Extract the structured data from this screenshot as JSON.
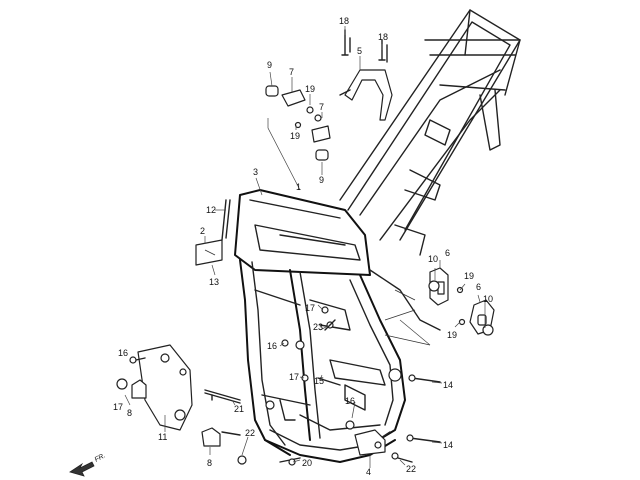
{
  "diagram": {
    "callouts": {
      "c1": "1",
      "c2": "2",
      "c3": "3",
      "c4": "4",
      "c5": "5",
      "c6a": "6",
      "c6b": "6",
      "c7a": "7",
      "c7b": "7",
      "c8a": "8",
      "c8b": "8",
      "c9a": "9",
      "c9b": "9",
      "c10a": "10",
      "c10b": "10",
      "c11": "11",
      "c12": "12",
      "c13": "13",
      "c14a": "14",
      "c14b": "14",
      "c15": "15",
      "c16a": "16",
      "c16b": "16",
      "c16c": "16",
      "c17a": "17",
      "c17b": "17",
      "c17c": "17",
      "c18a": "18",
      "c18b": "18",
      "c19a": "19",
      "c19b": "19",
      "c19c": "19",
      "c19d": "19",
      "c20": "20",
      "c21": "21",
      "c22a": "22",
      "c22b": "22",
      "c23": "23"
    },
    "front_arrow_label": "FR."
  }
}
